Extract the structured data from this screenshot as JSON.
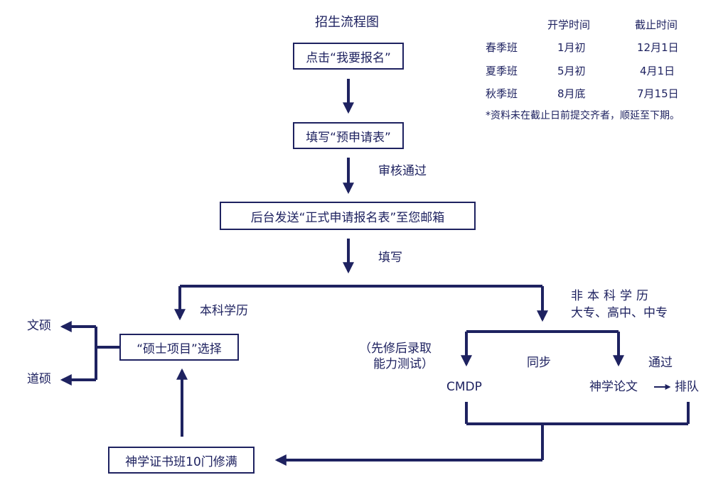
{
  "title": "招生流程图",
  "steps": {
    "step1": "点击“我要报名”",
    "step2": "填写“预申请表”",
    "step2_note": "审核通过",
    "step3": "后台发送“正式申请报名表”至您邮箱",
    "step3_note": "填写"
  },
  "left_branch": {
    "label": "本科学历",
    "box": "“硕士项目”选择",
    "option1": "文硕",
    "option2": "道硕"
  },
  "right_branch": {
    "label_line1": "非本科学历",
    "label_line2": "大专、高中、中专",
    "note_line1": "（先修后录取",
    "note_line2": "能力测试）",
    "sync": "同步",
    "pass": "通过",
    "cmdp": "CMDP",
    "thesis": "神学论文",
    "queue": "排队"
  },
  "bottom": {
    "certificate": "神学证书班10门修满"
  },
  "schedule": {
    "col_start": "开学时间",
    "col_deadline": "截止时间",
    "rows": [
      {
        "term": "春季班",
        "start": "1月初",
        "deadline": "12月1日"
      },
      {
        "term": "夏季班",
        "start": "5月初",
        "deadline": "4月1日"
      },
      {
        "term": "秋季班",
        "start": "8月底",
        "deadline": "7月15日"
      }
    ],
    "footnote": "*资料未在截止日前提交齐者，顺延至下期。"
  },
  "colors": {
    "primary": "#1e2260",
    "background": "#ffffff"
  }
}
